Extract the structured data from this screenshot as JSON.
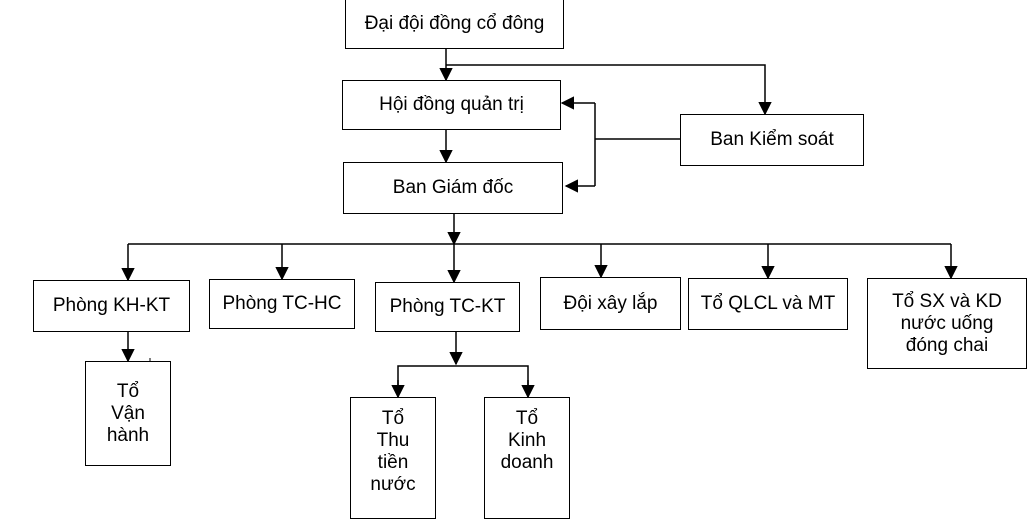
{
  "nodes": {
    "shareholders": "Đại đội đồng cổ đông",
    "board": "Hội đồng quản trị",
    "supervisory": "Ban Kiểm soát",
    "directors": "Ban Giám đốc",
    "plan_tech": "Phòng KH-KT",
    "admin": "Phòng TC-HC",
    "finance": "Phòng TC-KT",
    "construction": "Đội xây lắp",
    "quality": "Tổ QLCL và MT",
    "bottled_water": "Tổ SX và KD\nnước uống\nđóng chai",
    "operations": "Tổ\nVận\nhành",
    "water_fee": "Tổ\nThu\ntiền\nnước",
    "business": "Tổ\nKinh\ndoanh"
  }
}
